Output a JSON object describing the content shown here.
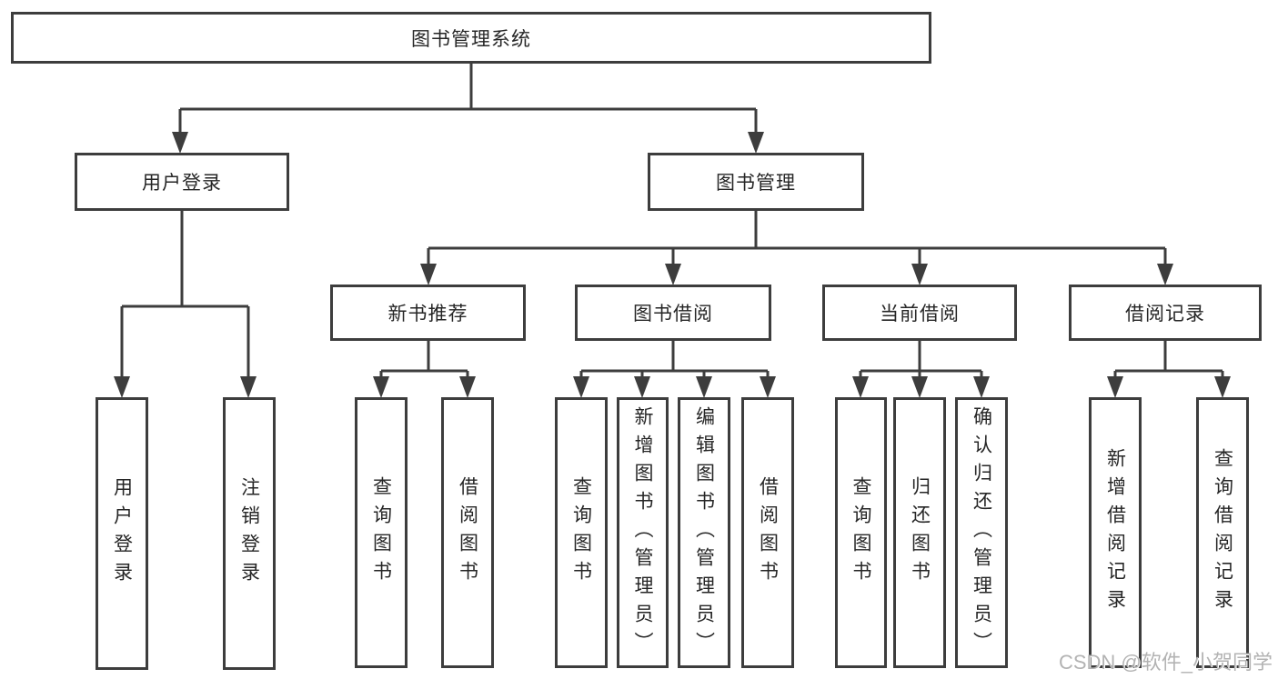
{
  "diagram_type": "hierarchy-flowchart",
  "colors": {
    "line": "#3d3d3d",
    "box_border": "#3d3d3d",
    "box_fill": "#ffffff",
    "text": "#262626",
    "watermark": "#b3b3b3",
    "background": "#ffffff"
  },
  "root": {
    "label": "图书管理系统"
  },
  "branches": [
    {
      "label": "用户登录"
    },
    {
      "label": "图书管理"
    }
  ],
  "sections": [
    {
      "label": "新书推荐"
    },
    {
      "label": "图书借阅"
    },
    {
      "label": "当前借阅"
    },
    {
      "label": "借阅记录"
    }
  ],
  "leaves": [
    {
      "label": "用户登录",
      "parent": "用户登录"
    },
    {
      "label": "注销登录",
      "parent": "用户登录"
    },
    {
      "label": "查询图书",
      "parent": "新书推荐"
    },
    {
      "label": "借阅图书",
      "parent": "新书推荐"
    },
    {
      "label": "查询图书",
      "parent": "图书借阅"
    },
    {
      "label": "新增图书（管理员）",
      "parent": "图书借阅"
    },
    {
      "label": "编辑图书（管理员）",
      "parent": "图书借阅"
    },
    {
      "label": "借阅图书",
      "parent": "图书借阅"
    },
    {
      "label": "查询图书",
      "parent": "当前借阅"
    },
    {
      "label": "归还图书",
      "parent": "当前借阅"
    },
    {
      "label": "确认归还（管理员）",
      "parent": "当前借阅"
    },
    {
      "label": "新增借阅记录",
      "parent": "借阅记录"
    },
    {
      "label": "查询借阅记录",
      "parent": "借阅记录"
    }
  ],
  "watermark": {
    "text": "CSDN @软件_小贺同学"
  }
}
